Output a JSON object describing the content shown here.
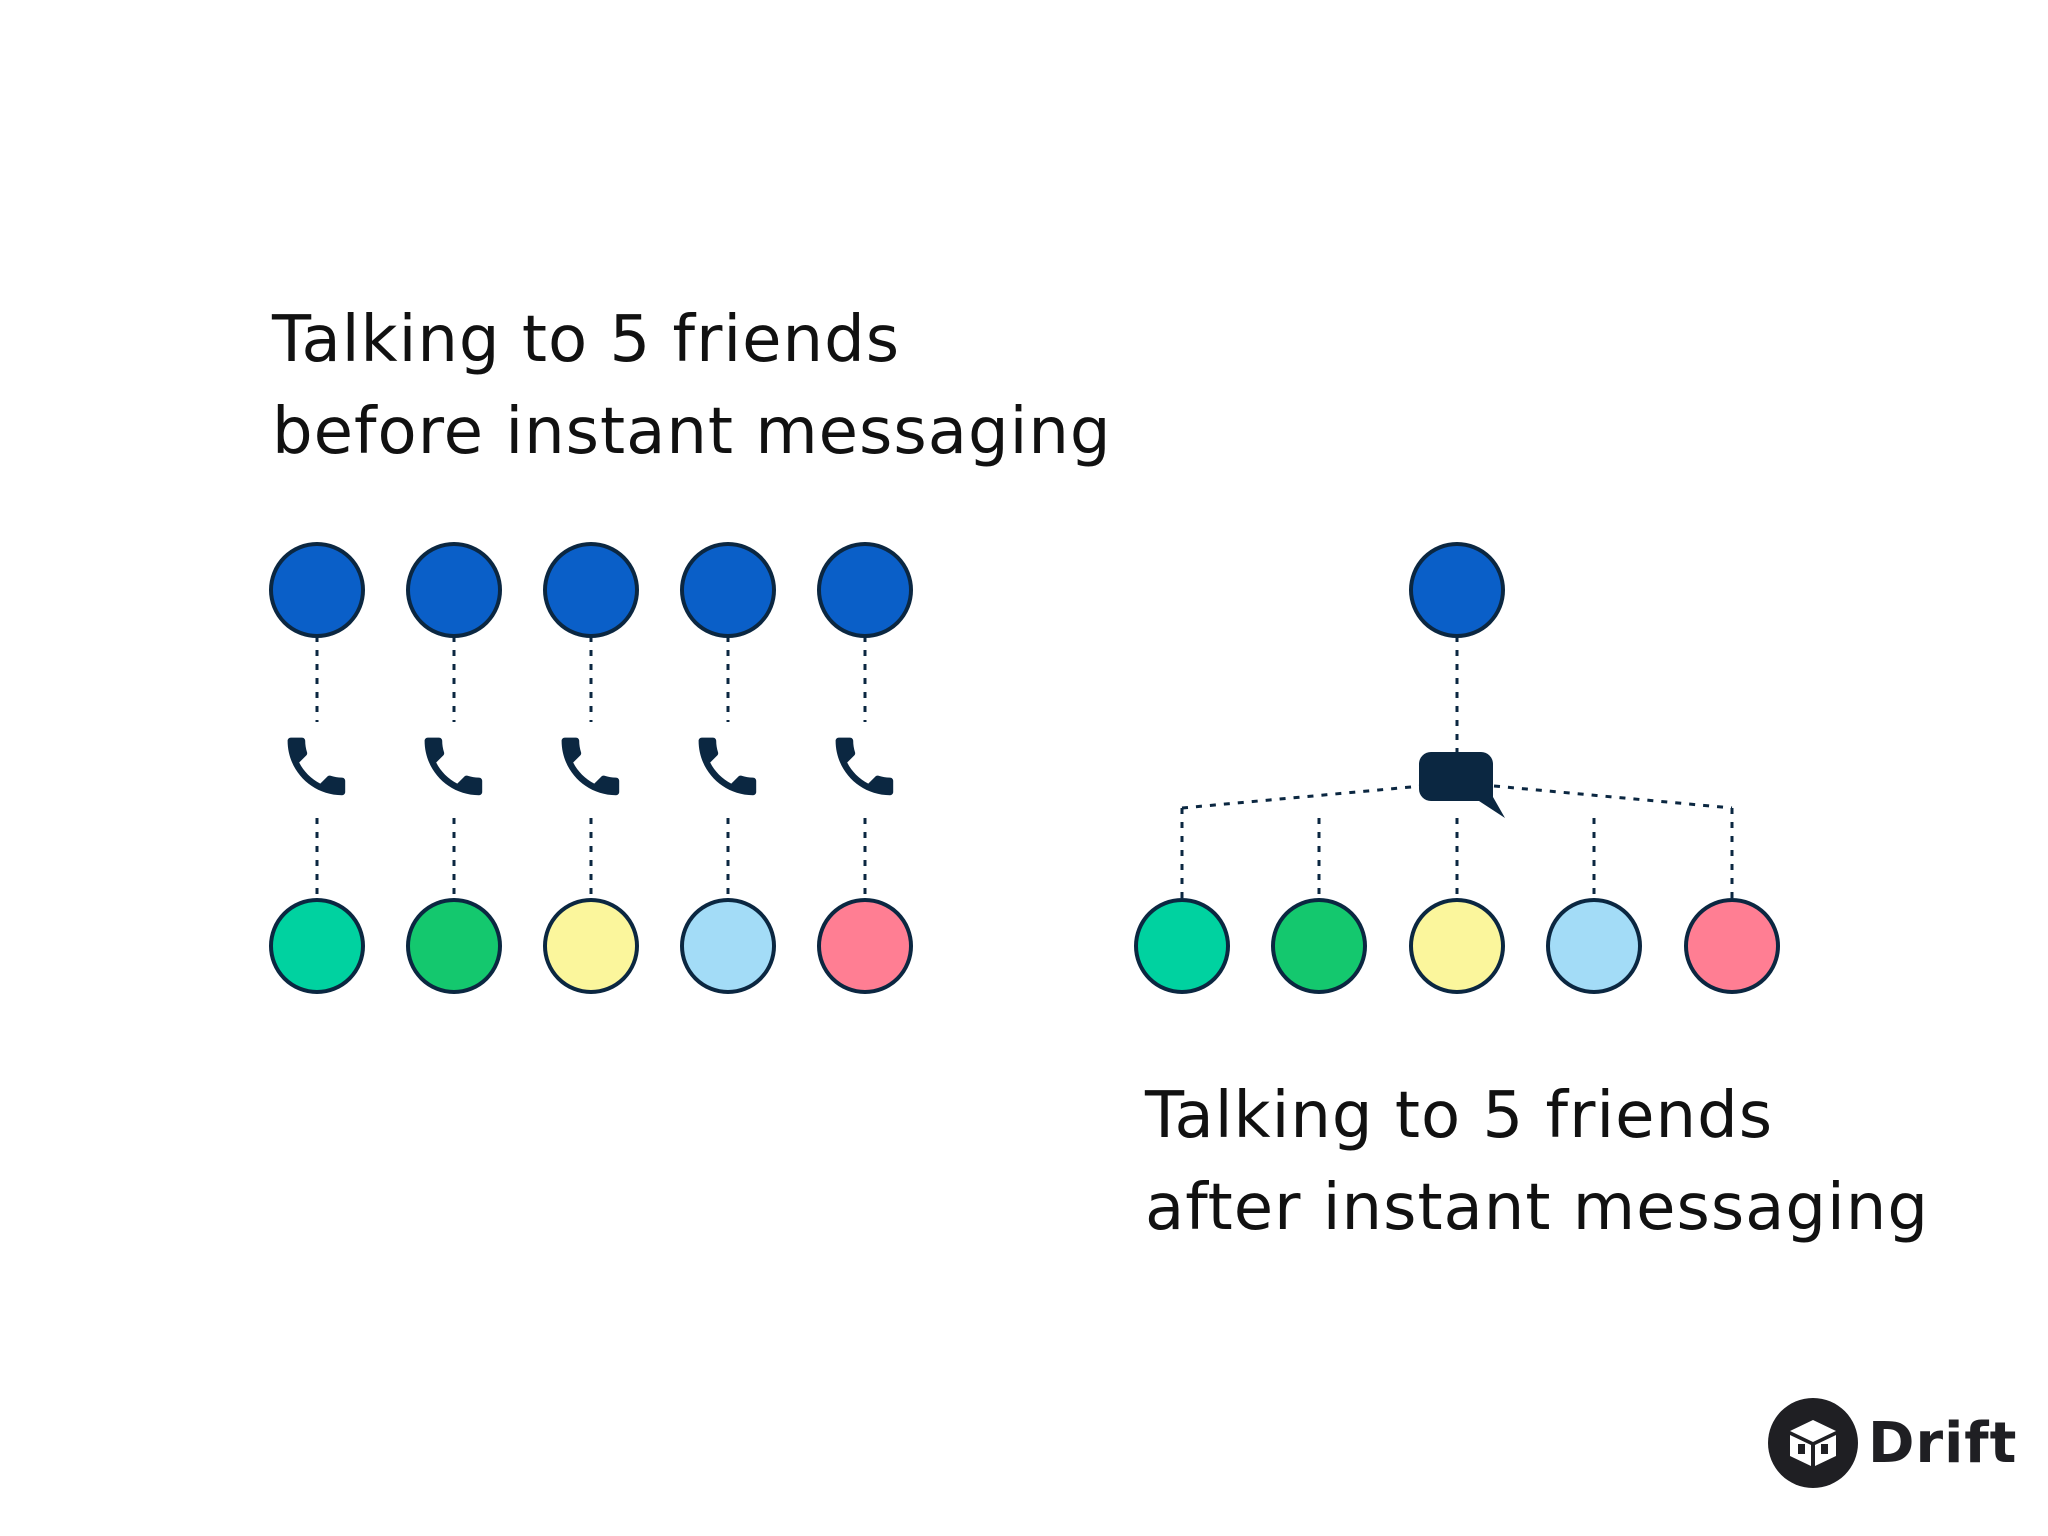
{
  "before": {
    "caption_line1": "Talking to 5 friends",
    "caption_line2": "before instant messaging",
    "connector_icon": "phone-icon"
  },
  "after": {
    "caption_line1": "Talking to 5 friends",
    "caption_line2": "after instant messaging",
    "connector_icon": "chat-bubble-icon"
  },
  "logo": {
    "text": "Drift",
    "icon": "drift-logo-icon"
  },
  "colors": {
    "self": "#0a5fc8",
    "friends": [
      "#00d2a0",
      "#14c86e",
      "#fbf69c",
      "#a3dcf7",
      "#ff7e93"
    ],
    "outline": "#0b2741",
    "connector": "#0b2741"
  }
}
